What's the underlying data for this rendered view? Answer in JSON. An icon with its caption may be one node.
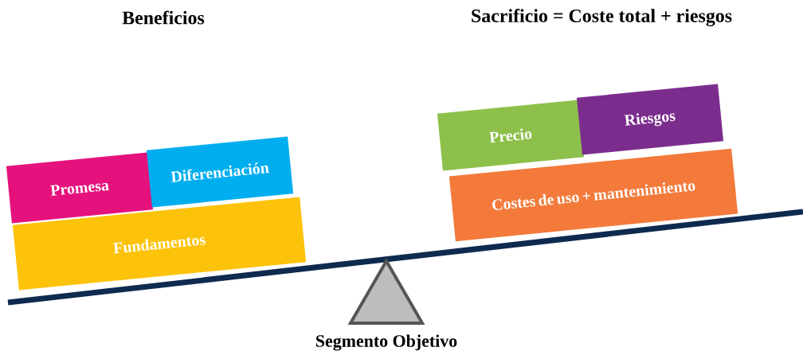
{
  "diagram": {
    "nodes": [
      {
        "text": [
          "Promesa"
        ]
      },
      {
        "text": [
          "Diferenciación"
        ]
      },
      {
        "text": [
          "Fundamentos"
        ]
      },
      {
        "text": [
          "Precio"
        ]
      },
      {
        "text": [
          "Riesgos"
        ]
      },
      {
        "text": [
          "Costes de uso + mantenimiento"
        ]
      },
      {
        "text": [],
        "shape": "triangle",
        "beside": [
          "Segmento Objetivo"
        ]
      }
    ],
    "labels": [
      "Beneficios",
      "Sacrificio = Coste total + riesgos"
    ]
  }
}
